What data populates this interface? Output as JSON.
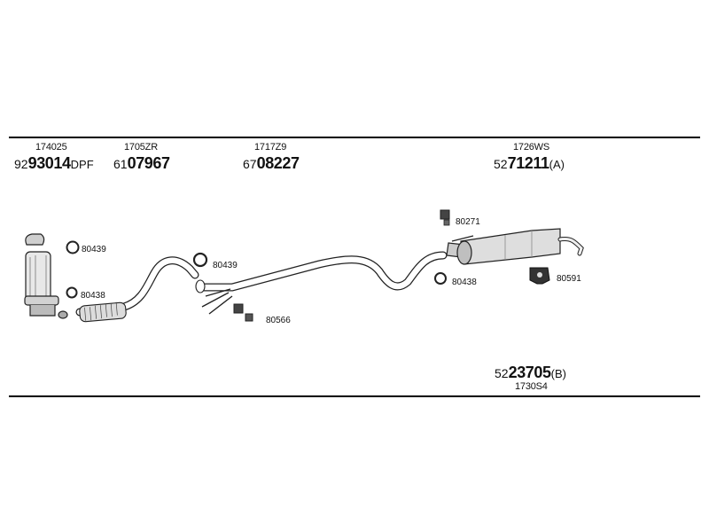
{
  "header": {
    "groups": [
      {
        "ref": "174025",
        "prefix": "92",
        "number": "93014",
        "suffix": "DPF"
      },
      {
        "ref": "1705ZR",
        "prefix": "61",
        "number": "07967",
        "suffix": ""
      },
      {
        "ref": "1717Z9",
        "prefix": "67",
        "number": "08227",
        "suffix": ""
      },
      {
        "ref": "1726WS",
        "prefix": "52",
        "number": "71211",
        "suffix": "(A)"
      }
    ]
  },
  "footer_group": {
    "prefix": "52",
    "number": "23705",
    "suffix": "(B)",
    "ref": "1730S4"
  },
  "callouts": {
    "front_clamp": "80439",
    "front_gasket": "80438",
    "mid_clamp": "80439",
    "mid_bolt": "80566",
    "rear_bolt": "80271",
    "rear_clamp": "80438",
    "rear_hanger": "80591"
  }
}
